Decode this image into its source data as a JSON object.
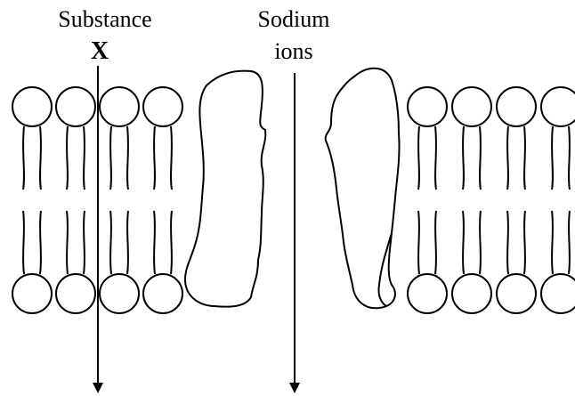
{
  "labels": {
    "substance_line1": "Substance",
    "substance_line2": "X",
    "sodium_line1": "Sodium",
    "sodium_line2": "ions"
  },
  "colors": {
    "ink": "#000000",
    "background": "#ffffff"
  }
}
